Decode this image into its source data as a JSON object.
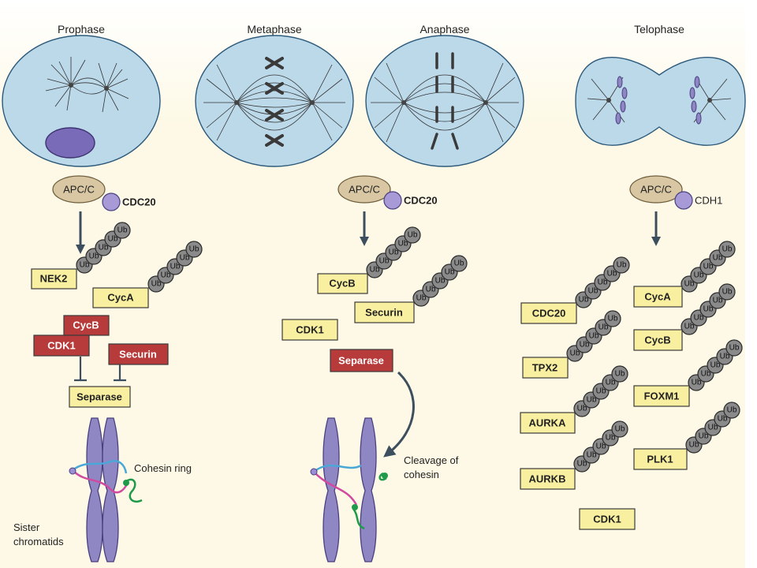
{
  "phases": [
    "Prophase",
    "Metaphase",
    "Anaphase",
    "Telophase"
  ],
  "ubiquitin_label": "Ub",
  "prophase_panel": {
    "apc": "APC/C",
    "coactivator": "CDC20",
    "ubiquitinated": [
      "NEK2",
      "CycA"
    ],
    "inhibitors": [
      "CycB",
      "CDK1",
      "Securin"
    ],
    "target": "Separase",
    "cohesin_label": "Cohesin ring",
    "sister_label_1": "Sister",
    "sister_label_2": "chromatids"
  },
  "anaphase_panel": {
    "apc": "APC/C",
    "coactivator": "CDC20",
    "ubiquitinated": [
      "CycB",
      "Securin"
    ],
    "free": "CDK1",
    "active": "Separase",
    "cleavage_label_1": "Cleavage of",
    "cleavage_label_2": "cohesin"
  },
  "telophase_panel": {
    "apc": "APC/C",
    "coactivator": "CDH1",
    "ubiquitinated": [
      "CDC20",
      "CycA",
      "TPX2",
      "CycB",
      "AURKA",
      "FOXM1",
      "AURKB",
      "PLK1"
    ],
    "free": "CDK1"
  },
  "colors": {
    "cell": "#bcd9ea",
    "background": "#fdf9e6",
    "substrate_box": "#f8f0a0",
    "active_box": "#b83b3b",
    "ubiquitin": "#8a8a8a",
    "apc": "#d8c7a2",
    "chromatid": "#8f86c4"
  },
  "icons": [
    "ubiquitin-chain",
    "arrow-down",
    "inhibition-bar",
    "chromosome"
  ]
}
